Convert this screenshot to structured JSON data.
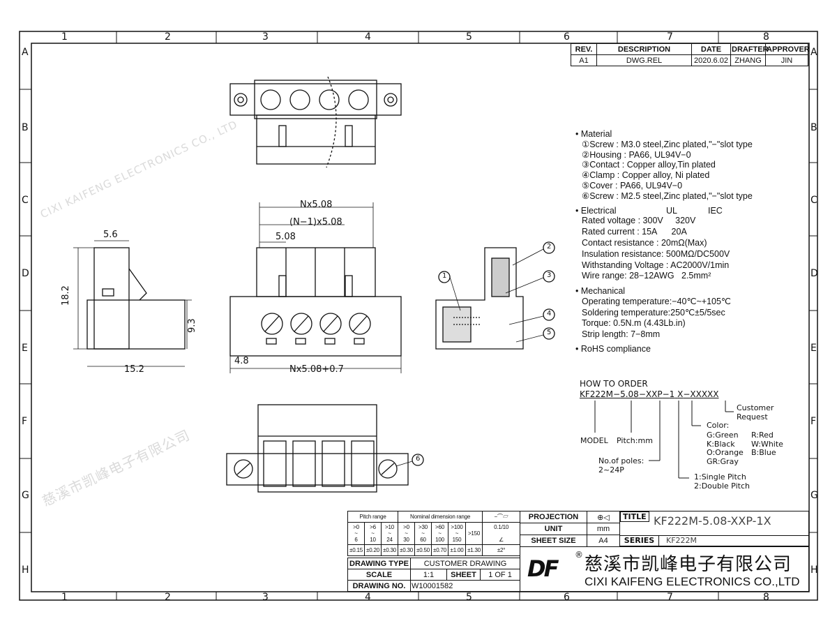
{
  "frame": {
    "columns": [
      "1",
      "2",
      "3",
      "4",
      "5",
      "6",
      "7",
      "8"
    ],
    "rows": [
      "A",
      "B",
      "C",
      "D",
      "E",
      "F",
      "G",
      "H"
    ]
  },
  "revision": {
    "headers": [
      "REV.",
      "DESCRIPTION",
      "DATE",
      "DRAFTER",
      "APPROVER"
    ],
    "row": [
      "A1",
      "DWG.REL",
      "2020.6.02",
      "ZHANG",
      "JIN"
    ]
  },
  "dimensions": {
    "n_pitch": "Nx5.08",
    "n1_pitch": "(N−1)x5.08",
    "pitch": "5.08",
    "side_top": "5.6",
    "height": "18.2",
    "mid_height": "9.3",
    "depth": "15.2",
    "flange": "4.8",
    "overall": "Nx5.08+0.7"
  },
  "callouts": [
    "1",
    "2",
    "3",
    "4",
    "5",
    "6"
  ],
  "specs": {
    "material_title": "Material",
    "material": [
      "①Screw : M3.0 steel,Zinc plated,\"−\"slot type",
      "②Housing : PA66, UL94V−0",
      "③Contact : Copper alloy,Tin plated",
      "④Clamp : Copper alloy, Ni plated",
      "⑤Cover : PA66, UL94V−0",
      "⑥Screw : M2.5 steel,Zinc plated,\"−\"slot type"
    ],
    "electrical_title": "Electrical",
    "ul": "UL",
    "iec": "IEC",
    "electrical": [
      "Rated voltage : 300V     320V",
      "Rated current : 15A      20A",
      "Contact resistance : 20mΩ(Max)",
      "Insulation resistance: 500MΩ/DC500V",
      "Withstanding Voltage : AC2000V/1min",
      "Wire range: 28−12AWG   2.5mm²"
    ],
    "mechanical_title": "Mechanical",
    "mechanical": [
      "Operating temperature:−40℃~+105℃",
      "Soldering temperature:250℃±5/5sec",
      "Torque: 0.5N.m (4.43Lb.in)",
      "Strip length: 7−8mm"
    ],
    "rohs": "RoHS compliance"
  },
  "order": {
    "title": "HOW TO ORDER",
    "code": [
      "KF222M",
      "5.08",
      "XXP",
      "1",
      "X",
      "XXXXX"
    ],
    "model": "MODEL",
    "pitch": "Pitch:mm",
    "poles": "No.of poles:",
    "poles_range": "2~24P",
    "pitch_type": [
      "1:Single Pitch",
      "2:Double Pitch"
    ],
    "color_title": "Color:",
    "colors": [
      "G:Green",
      "R:Red",
      "K:Black",
      "W:White",
      "O:Orange",
      "B:Blue",
      "GR:Gray"
    ],
    "customer": [
      "Customer",
      "Request"
    ]
  },
  "tolerance": {
    "pitch_range": "Pitch range",
    "nominal_range": "Nominal dimension range",
    "symbols": "−⌒▱",
    "ranges_low": [
      ">0",
      ">6",
      ">10",
      ">0",
      ">30",
      ">60",
      ">100"
    ],
    "ranges_high": [
      "6",
      "10",
      "24",
      "30",
      "60",
      "100",
      "150"
    ],
    "over150": ">150",
    "flatness": "0.1/10",
    "angle_sym": "∠",
    "tolerances": [
      "±0.15",
      "±0.20",
      "±0.30",
      "±0.30",
      "±0.50",
      "±0.70",
      "±1.00",
      "±1.30"
    ],
    "angle_tol": "±2°"
  },
  "titleblock": {
    "projection_label": "PROJECTION",
    "unit_label": "UNIT",
    "unit": "mm",
    "sheet_size_label": "SHEET SIZE",
    "sheet_size": "A4",
    "title_label": "TITLE",
    "title": "KF222M-5.08-XXP-1X",
    "series_label": "SERIES",
    "series": "KF222M",
    "drawing_type_label": "DRAWING TYPE",
    "drawing_type": "CUSTOMER DRAWING",
    "scale_label": "SCALE",
    "scale": "1:1",
    "sheet_label": "SHEET",
    "sheet": "1 OF 1",
    "drawing_no_label": "DRAWING NO.",
    "drawing_no": "W10001582",
    "company_cn": "慈溪市凯峰电子有限公司",
    "company_en": "CIXI KAIFENG ELECTRONICS CO.,LTD",
    "logo": "DF",
    "registered": "®"
  },
  "watermark": {
    "en": "CIXI KAIFENG ELECTRONICS CO., LTD",
    "cn": "慈溪市凯峰电子有限公司"
  }
}
